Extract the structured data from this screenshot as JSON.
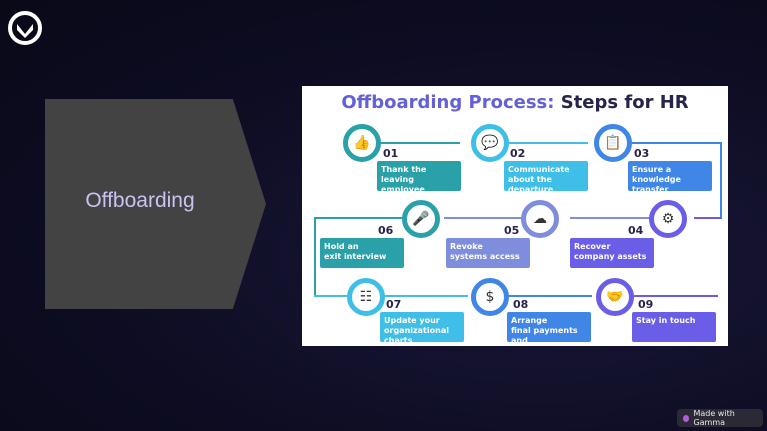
{
  "slide": {
    "heading": "Offboarding"
  },
  "infographic": {
    "title_accent": "Offboarding Process:",
    "title_rest": "Steps for HR",
    "steps": [
      {
        "num": "01",
        "text": "Thank the\nleaving employee",
        "color": "#2aa1a8",
        "icon": "thumbs-up-icon"
      },
      {
        "num": "02",
        "text": "Communicate\nabout the departure",
        "color": "#3fbfe8",
        "icon": "conversation-icon"
      },
      {
        "num": "03",
        "text": "Ensure a\nknowledge transfer",
        "color": "#3f86e6",
        "icon": "knowledge-transfer-icon"
      },
      {
        "num": "04",
        "text": "Recover\ncompany assets",
        "color": "#6a5de8",
        "icon": "assets-icon"
      },
      {
        "num": "05",
        "text": "Revoke\nsystems access",
        "color": "#7e8ddc",
        "icon": "cloud-key-icon"
      },
      {
        "num": "06",
        "text": "Hold an\nexit interview",
        "color": "#2aa1a8",
        "icon": "interview-icon"
      },
      {
        "num": "07",
        "text": "Update your\norganizational\ncharts",
        "color": "#3fbfe8",
        "icon": "org-chart-icon"
      },
      {
        "num": "08",
        "text": "Arrange\nfinal payments and\nbenefits",
        "color": "#3f86e6",
        "icon": "payment-icon"
      },
      {
        "num": "09",
        "text": "Stay in touch",
        "color": "#6a5de8",
        "icon": "handshake-icon"
      }
    ]
  },
  "badge": {
    "label": "Made with Gamma"
  }
}
